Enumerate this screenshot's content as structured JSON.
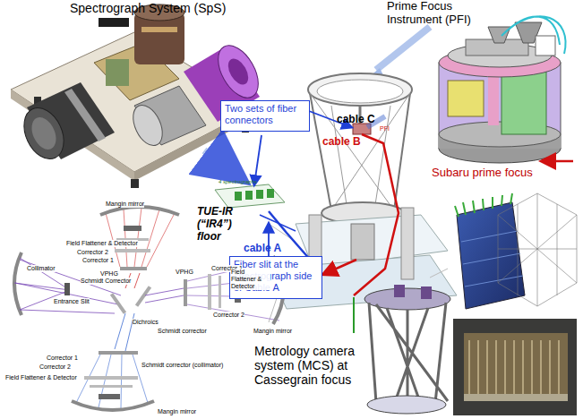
{
  "diagram": {
    "nodes": [
      {
        "text": [
          "Two sets of fiber connectors"
        ]
      },
      {
        "text": [
          "Fiber slit at the spectrograph side of Cable A"
        ]
      }
    ],
    "labels": [
      "Spectrograph System (SpS)",
      "Prime Focus Instrument (PFI)",
      "cable C",
      "PFI",
      "Subaru prime focus",
      "cable B",
      "4 spectrographs",
      "TUE-IR (“IR4”) floor",
      "cable A",
      "Mangin mirror",
      "Field Flattener & Detector",
      "Corrector 2",
      "Corrector 1",
      "VPHG",
      "Schmidt Corrector",
      "Collimator",
      "Entrance Slit",
      "VPHG",
      "Corrector 1",
      "Corrector 2",
      "Field Flattener & Detector",
      "Dichroics",
      "Schmidt corrector",
      "Mangin mirror",
      "Corrector 1",
      "Corrector 2",
      "Field Flattener & Detector",
      "Schmidt corrector (collimator)",
      "Mangin mirror",
      "Metrology camera system (MCS) at Cassegrain focus"
    ]
  }
}
